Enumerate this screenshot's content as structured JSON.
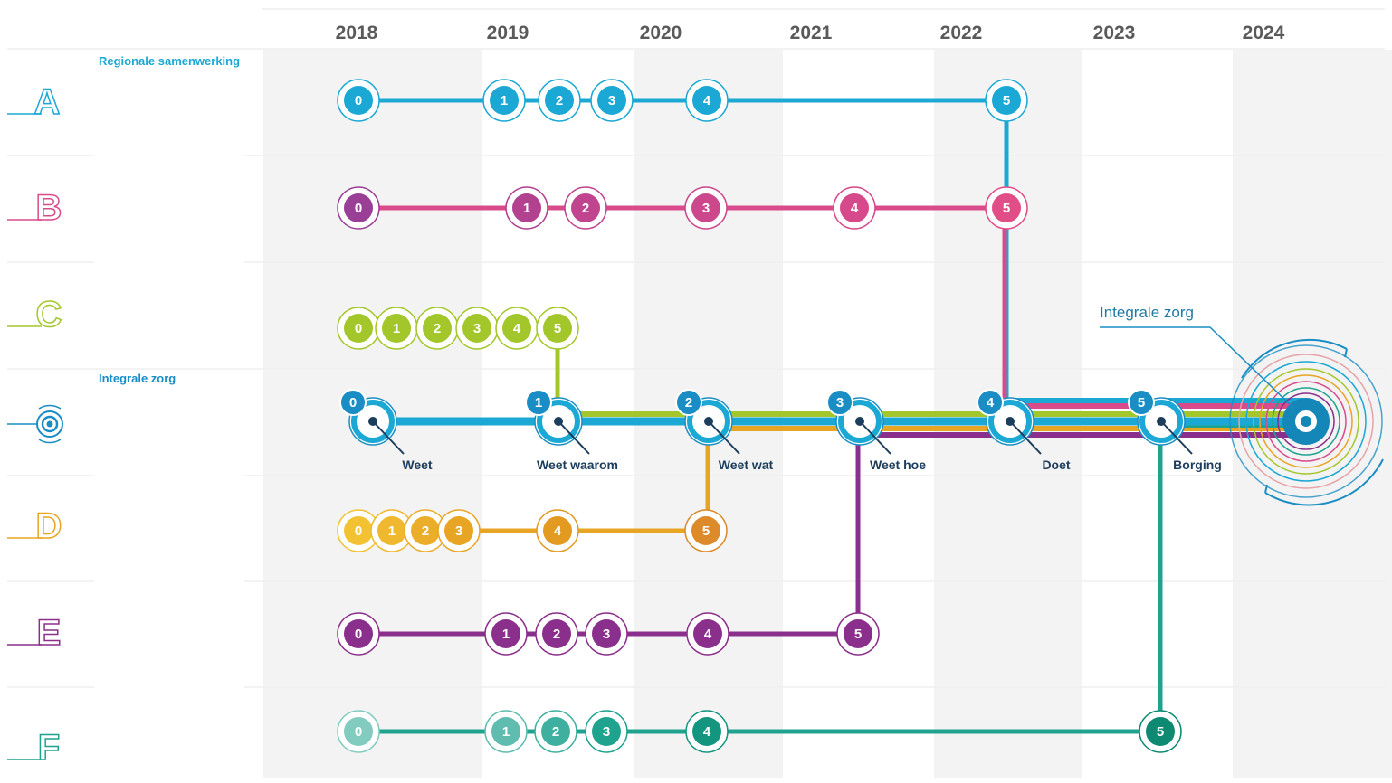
{
  "years": [
    "2018",
    "2019",
    "2020",
    "2021",
    "2022",
    "2023",
    "2024"
  ],
  "section_labels": {
    "regional": "Regionale samenwerking",
    "integral": "Integrale zorg"
  },
  "callout_label": "Integrale zorg",
  "rows": [
    {
      "letter": "A",
      "color": "#1ba8d4",
      "milestones": [
        "0",
        "1",
        "2",
        "3",
        "4",
        "5"
      ]
    },
    {
      "letter": "B",
      "color": "#d94b8b",
      "milestones": [
        "0",
        "1",
        "2",
        "3",
        "4",
        "5"
      ]
    },
    {
      "letter": "C",
      "color": "#a3c72b",
      "milestones": [
        "0",
        "1",
        "2",
        "3",
        "4",
        "5"
      ]
    },
    {
      "letter": "D",
      "color": "#e8a523",
      "milestones": [
        "0",
        "1",
        "2",
        "3",
        "4",
        "5"
      ]
    },
    {
      "letter": "E",
      "color": "#8b2f8c",
      "milestones": [
        "0",
        "1",
        "2",
        "3",
        "4",
        "5"
      ]
    },
    {
      "letter": "F",
      "color": "#1fa38f",
      "milestones": [
        "0",
        "1",
        "2",
        "3",
        "4",
        "5"
      ]
    }
  ],
  "integral_steps": [
    {
      "number": "0",
      "label": "Weet"
    },
    {
      "number": "1",
      "label": "Weet waarom"
    },
    {
      "number": "2",
      "label": "Weet wat"
    },
    {
      "number": "3",
      "label": "Weet hoe"
    },
    {
      "number": "4",
      "label": "Doet"
    },
    {
      "number": "5",
      "label": "Borging"
    }
  ],
  "colors": {
    "main_line": "#1ba8d4",
    "step_badge": "#1a8ec4",
    "target": "#1487b8",
    "year_text": "#5a5a5a",
    "band": "#f3f3f3"
  },
  "icons": [
    "target-icon"
  ]
}
